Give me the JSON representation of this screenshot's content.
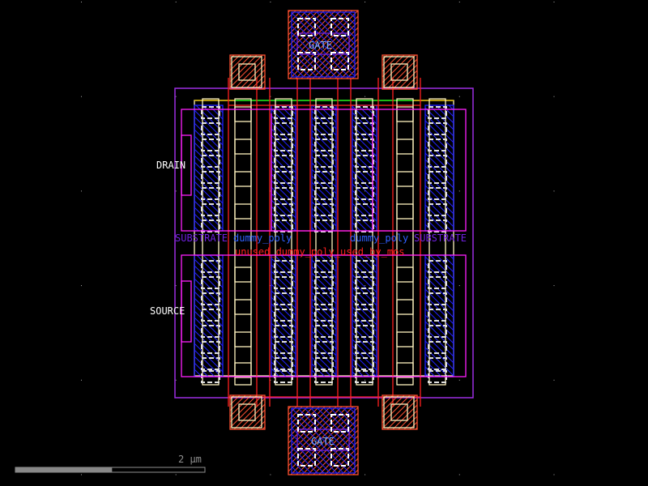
{
  "viewer": {
    "background": "#000000",
    "scale_bar": {
      "label": "2 µm",
      "fill_fraction": 0.51
    }
  },
  "labels": {
    "gate_top": "GATE",
    "gate_bottom": "GATE",
    "drain": "DRAIN",
    "source": "SOURCE",
    "substrate_left": "SUBSTRATE",
    "substrate_right": "SUBSTRATE",
    "dummy_poly_1": "dummy_poly",
    "dummy_poly_2": "dummy_poly",
    "unused_poly": "unused_dummy_poly_used_by_mos"
  },
  "colors": {
    "poly": "#ff2020",
    "metal1": "#2020ff",
    "diffusion": "#fff3c0",
    "nwell": "#a020f0",
    "pin": "#ff20ff",
    "contact": "#ffffff",
    "gate_label": "#80b0ff",
    "substrate_label": "#7020e0",
    "implant": "#00ff00",
    "boundary": "#808080"
  }
}
